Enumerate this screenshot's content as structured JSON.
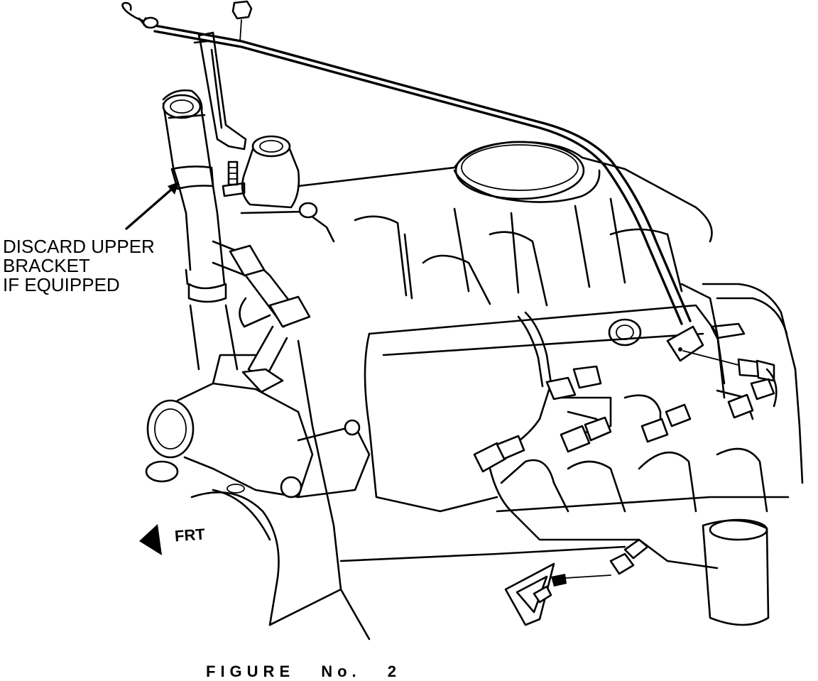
{
  "callout": {
    "line1": "DISCARD UPPER",
    "line2": "BRACKET",
    "line3": "IF EQUIPPED"
  },
  "direction_label": "FRT",
  "caption": "FIGURE No. 2"
}
